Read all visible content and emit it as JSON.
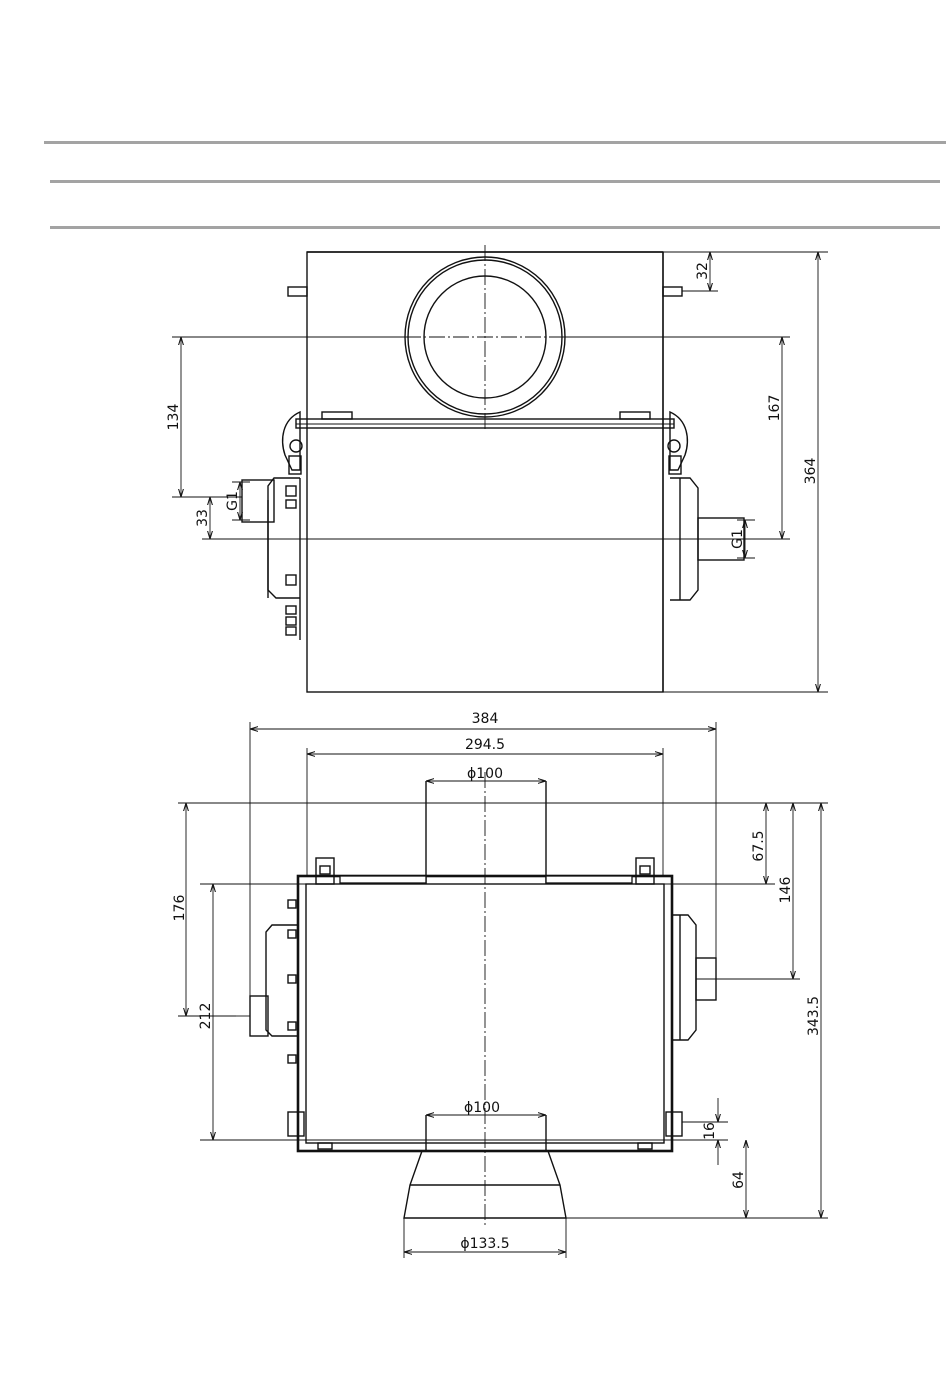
{
  "dimensions": {
    "d32": "32",
    "d134": "134",
    "d167": "167",
    "d364": "364",
    "g1_left": "G1",
    "d33": "33",
    "g1_right": "G1",
    "d384": "384",
    "d294_5": "294.5",
    "dia100_top": "ϕ100",
    "d176": "176",
    "d67_5": "67.5",
    "d146": "146",
    "d212": "212",
    "d343_5": "343.5",
    "dia100_bottom": "ϕ100",
    "d16": "16",
    "d64": "64",
    "dia133_5": "ϕ133.5"
  }
}
